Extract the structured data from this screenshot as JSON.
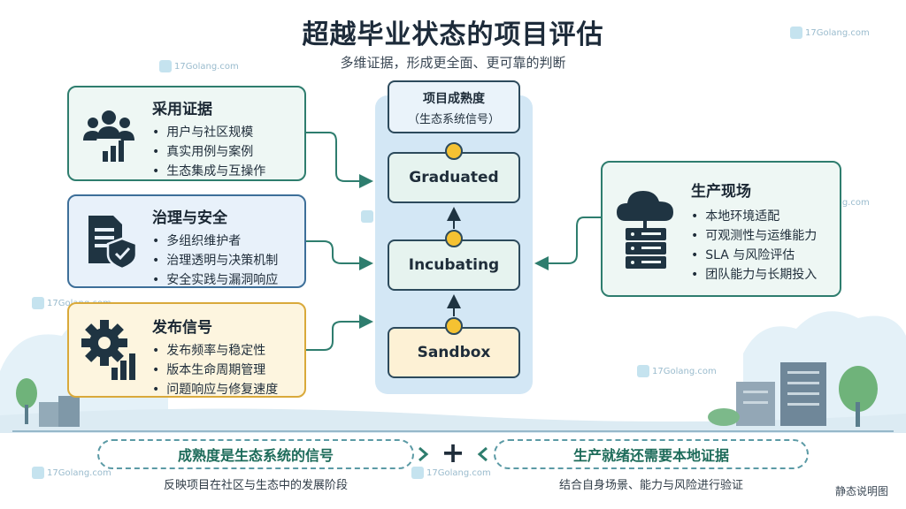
{
  "title": "超越毕业状态的项目评估",
  "subtitle": "多维证据，形成更全面、更可靠的判断",
  "watermark": "17Golang.com",
  "footer_note": "静态说明图",
  "left_cards": [
    {
      "title": "采用证据",
      "icon": "users-chart-icon",
      "items": [
        "用户与社区规模",
        "真实用例与案例",
        "生态集成与互操作"
      ]
    },
    {
      "title": "治理与安全",
      "icon": "document-shield-icon",
      "items": [
        "多组织维护者",
        "治理透明与决策机制",
        "安全实践与漏洞响应"
      ]
    },
    {
      "title": "发布信号",
      "icon": "gear-chart-icon",
      "items": [
        "发布频率与稳定性",
        "版本生命周期管理",
        "问题响应与修复速度"
      ]
    }
  ],
  "maturity": {
    "title": "项目成熟度",
    "subtitle": "（生态系统信号）",
    "stages": [
      "Graduated",
      "Incubating",
      "Sandbox"
    ]
  },
  "right_card": {
    "title": "生产现场",
    "icon": "cloud-server-icon",
    "items": [
      "本地环境适配",
      "可观测性与运维能力",
      "SLA 与风险评估",
      "团队能力与长期投入"
    ]
  },
  "bottom": {
    "left_pill": "成熟度是生态系统的信号",
    "right_pill": "生产就绪还需要本地证据",
    "plus": "+",
    "left_caption": "反映项目在社区与生态中的发展阶段",
    "right_caption": "结合自身场景、能力与风险进行验证"
  },
  "colors": {
    "card1_bg": "#eef7f4",
    "card1_border": "#2e7d6e",
    "card2_bg": "#e8f1fa",
    "card2_border": "#3d6f99",
    "card3_bg": "#fdf5df",
    "card3_border": "#d9a93a",
    "right_bg": "#eef7f4",
    "right_border": "#2e7d6e",
    "column_bg": "#d3e7f5",
    "graduated_bg": "#e6f3ef",
    "incubating_bg": "#e6f3ef",
    "sandbox_bg": "#fdf1d5",
    "dot": "#f5c232",
    "arrow": "#2e7d6e"
  }
}
